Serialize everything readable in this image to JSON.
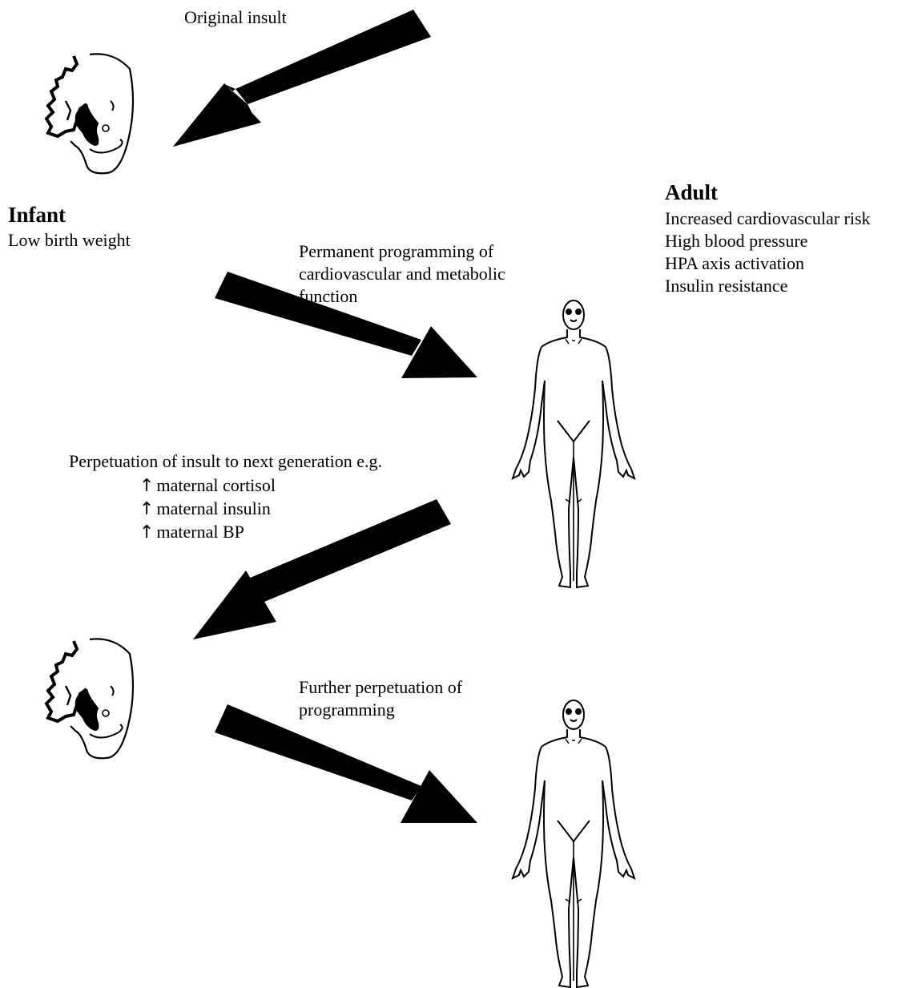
{
  "labels": {
    "original_insult": "Original insult",
    "infant_heading": "Infant",
    "infant_desc": "Low birth weight",
    "adult_heading": "Adult",
    "adult_items": [
      "Increased cardiovascular risk",
      "High blood pressure",
      "HPA axis activation",
      "Insulin resistance"
    ],
    "permanent_programming": [
      "Permanent programming of",
      "cardiovascular and metabolic",
      "function"
    ],
    "perpetuation_intro": "Perpetuation of insult to next generation e.g.",
    "perpetuation_items": [
      "maternal cortisol",
      "maternal insulin",
      "maternal BP"
    ],
    "up_arrow_glyph": "↑",
    "further_perpetuation": [
      "Further perpetuation of",
      "programming"
    ]
  },
  "icons": [
    "infant-icon",
    "adult-figure-icon",
    "arrow-icon"
  ],
  "colors": {
    "arrow": "#000000",
    "figure_stroke": "#000000",
    "background": "#ffffff"
  }
}
